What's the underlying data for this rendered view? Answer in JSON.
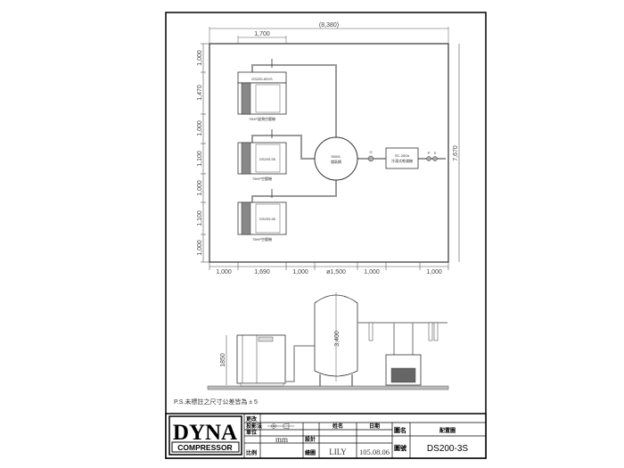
{
  "plan": {
    "overall_width": "(8,380)",
    "overall_height": "7,670",
    "top_dim": "1,700",
    "left_dims": [
      "1,000",
      "1,470",
      "1,000",
      "1,100",
      "1,000",
      "1,100",
      "1,000"
    ],
    "bottom_dims": [
      "1,000",
      "1,690",
      "1,000",
      "ø1,500",
      "1,000",
      "1,000"
    ],
    "compressors": [
      {
        "model": "DS200-50VS",
        "caption": "75HP變頻空壓機"
      },
      {
        "model": "DS200-55",
        "caption": "75HP空壓機"
      },
      {
        "model": "DS200-55",
        "caption": "75HP空壓機"
      }
    ],
    "tank": {
      "capacity": "5000L",
      "name": "儲氣桶"
    },
    "dryer": {
      "model": "SC-250A",
      "name": "冷凍式乾燥機"
    },
    "valve_g": "G",
    "valve_p": "P",
    "valve_s": "S"
  },
  "elevation": {
    "compressor_height": "1850",
    "tank_height": "3,400"
  },
  "note": "P.S.未標註之尺寸公差皆為 ± 5",
  "title_block": {
    "logo_top": "DYNA",
    "logo_bottom": "COMPRESSOR",
    "change_label": "更改",
    "projection_label": "投影法",
    "unit_label": "單位",
    "unit_value": "mm",
    "scale_label": "比例",
    "design_label": "設計",
    "drawn_label": "繪圖",
    "name_header": "姓名",
    "date_header": "日期",
    "drawn_name": "LILY",
    "drawn_date": "105.08.06",
    "drawing_name_label": "圖名",
    "drawing_name": "配置圖",
    "drawing_no_label": "圖號",
    "drawing_no": "DS200-3S"
  }
}
